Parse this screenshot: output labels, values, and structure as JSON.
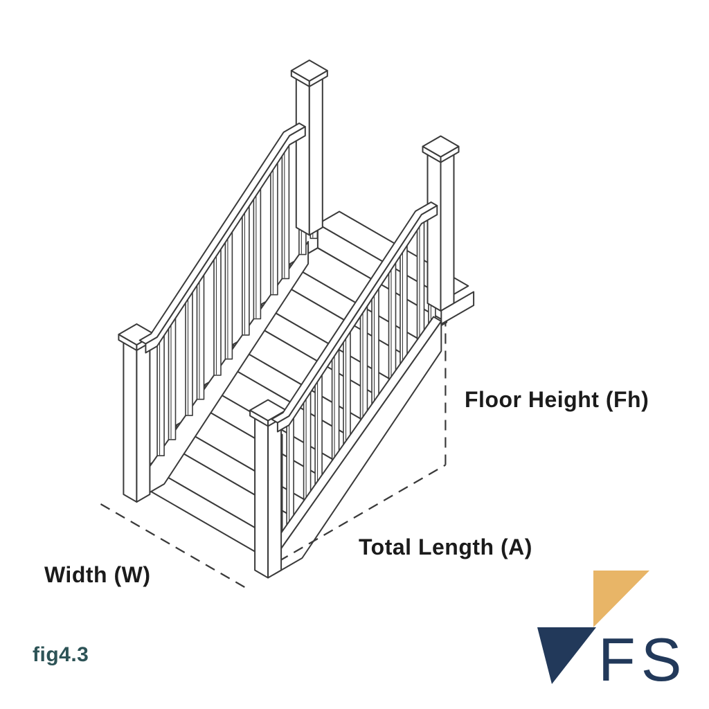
{
  "diagram": {
    "title": "staircase-dimension-diagram",
    "labels": {
      "floor_height": "Floor Height (Fh)",
      "total_length": "Total Length (A)",
      "width": "Width (W)"
    },
    "line_color": "#3a3a3a"
  },
  "caption": "fig4.3",
  "caption_color": "#2d5356",
  "logo": {
    "text": "FS",
    "gold": "#e8b567",
    "navy": "#22395a"
  }
}
